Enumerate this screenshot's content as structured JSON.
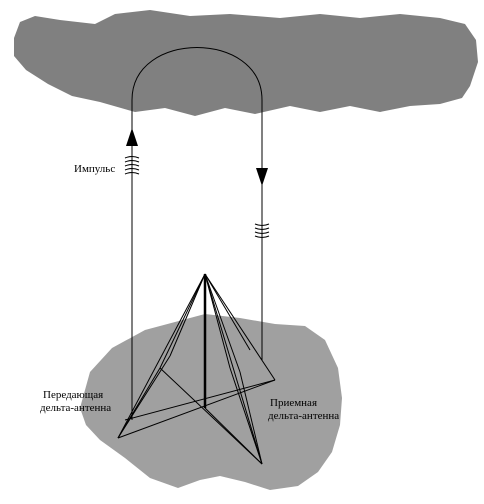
{
  "labels": {
    "pulse": "Импульс",
    "transmit_line1": "Передающая",
    "transmit_line2": "дельта-антенна",
    "receive_line1": "Приемная",
    "receive_line2": "дельта-антенна"
  },
  "colors": {
    "ionosphere": "#808080",
    "ground": "#a0a0a0",
    "line": "#000000",
    "background": "#ffffff"
  },
  "icons": {
    "upward_arrow": "arrow-up-icon",
    "downward_arrow": "arrow-down-icon",
    "pulse_wave": "wave-pulse-icon"
  }
}
